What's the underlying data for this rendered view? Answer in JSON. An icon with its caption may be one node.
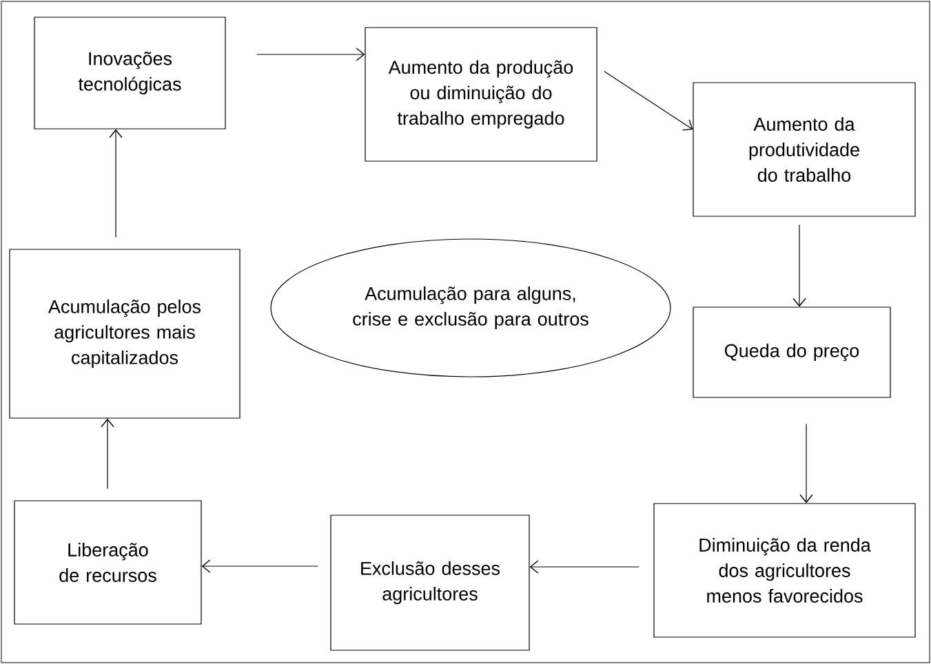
{
  "diagram": {
    "nodes": [
      {
        "text": [
          "Inovações tecnológicas"
        ]
      },
      {
        "text": [
          "Aumento da produção ou diminuição do trabalho empregado"
        ]
      },
      {
        "text": [
          "Aumento da produtividade do trabalho"
        ]
      },
      {
        "text": [
          "Queda do preço"
        ]
      },
      {
        "text": [
          "Diminuição da renda dos agricultores menos favorecidos"
        ]
      },
      {
        "text": [
          "Exclusão desses agricultores"
        ]
      },
      {
        "text": [
          "Liberação de recursos"
        ]
      },
      {
        "text": [
          "Acumulação pelos agricultores mais capitalizados"
        ]
      },
      {
        "text": [
          "Acumulação para alguns, crise e exclusão para outros"
        ]
      }
    ],
    "edges": [
      {
        "from": 0,
        "to": 1,
        "arrow": "to"
      },
      {
        "from": 1,
        "to": 2,
        "arrow": "to"
      },
      {
        "from": 2,
        "to": 3,
        "arrow": "to"
      },
      {
        "from": 3,
        "to": 4,
        "arrow": "to"
      },
      {
        "from": 4,
        "to": 5,
        "arrow": "to"
      },
      {
        "from": 5,
        "to": 6,
        "arrow": "to"
      },
      {
        "from": 6,
        "to": 7,
        "arrow": "to"
      },
      {
        "from": 7,
        "to": 0,
        "arrow": "to"
      }
    ]
  }
}
